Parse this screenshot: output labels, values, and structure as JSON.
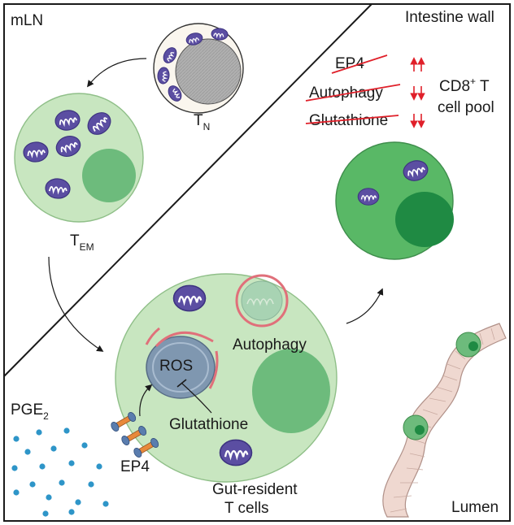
{
  "regions": {
    "mln": "mLN",
    "intestine_wall": "Intestine wall",
    "lumen": "Lumen"
  },
  "cells": {
    "naive": {
      "label_main": "T",
      "label_sub": "N"
    },
    "effector_memory": {
      "label_main": "T",
      "label_sub": "EM"
    },
    "gut_resident": {
      "line1": "Gut-resident",
      "line2": "T cells"
    }
  },
  "labels": {
    "ros": "ROS",
    "autophagy": "Autophagy",
    "glutathione": "Glutathione",
    "pge2_main": "PGE",
    "pge2_sub": "2",
    "ep4": "EP4"
  },
  "changes": {
    "items": [
      {
        "label": "EP4",
        "direction": "up"
      },
      {
        "label": "Autophagy",
        "direction": "down"
      },
      {
        "label": "Glutathione",
        "direction": "down"
      }
    ],
    "pool_line1_main": "CD8",
    "pool_line1_sup": "+",
    "pool_line1_end": " T",
    "pool_line2": "cell pool"
  },
  "colors": {
    "cell_fill": "#c8e6c0",
    "nucleus": "#6dbb7c",
    "pool_cell": "#59b866",
    "pool_nucleus": "#1f8a43",
    "mito": "#5b4ea2",
    "pge2_dot": "#2e95c8",
    "strike_red": "#e0202a",
    "epithelium": "#efd8d0"
  }
}
